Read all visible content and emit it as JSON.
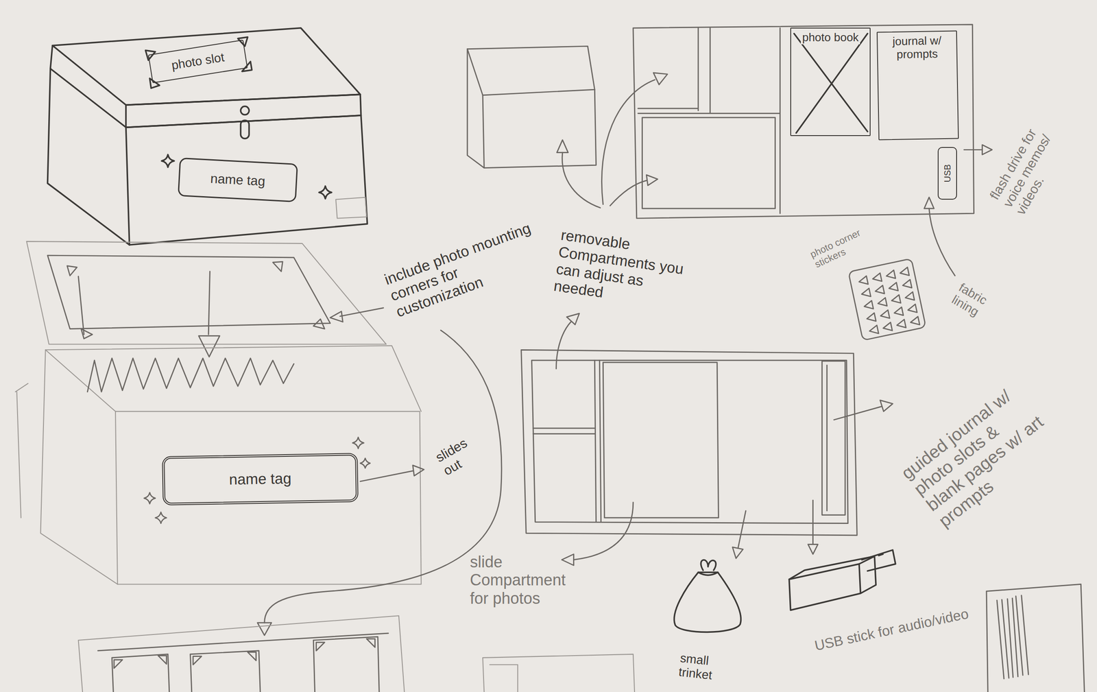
{
  "diagram": {
    "nodes": [
      {
        "text": [
          "photo slot"
        ]
      },
      {
        "text": [
          "name tag"
        ]
      },
      {
        "text": [
          "photo book"
        ]
      },
      {
        "text": [
          "journal w/ prompts"
        ]
      },
      {
        "text": [
          "USB"
        ]
      },
      {
        "text": [
          "name tag"
        ]
      }
    ],
    "labels": [
      "include photo mounting corners for customization",
      "removable Compartments you can adjust as needed",
      "flash drive for voice memos/ videos.",
      "photo corner stickers",
      "fabric lining",
      "guided journal w/ photo slots & blank pages w/ art prompts",
      "slides out",
      "slide Compartment for photos",
      "small trinket",
      "USB stick for audio/video"
    ]
  }
}
